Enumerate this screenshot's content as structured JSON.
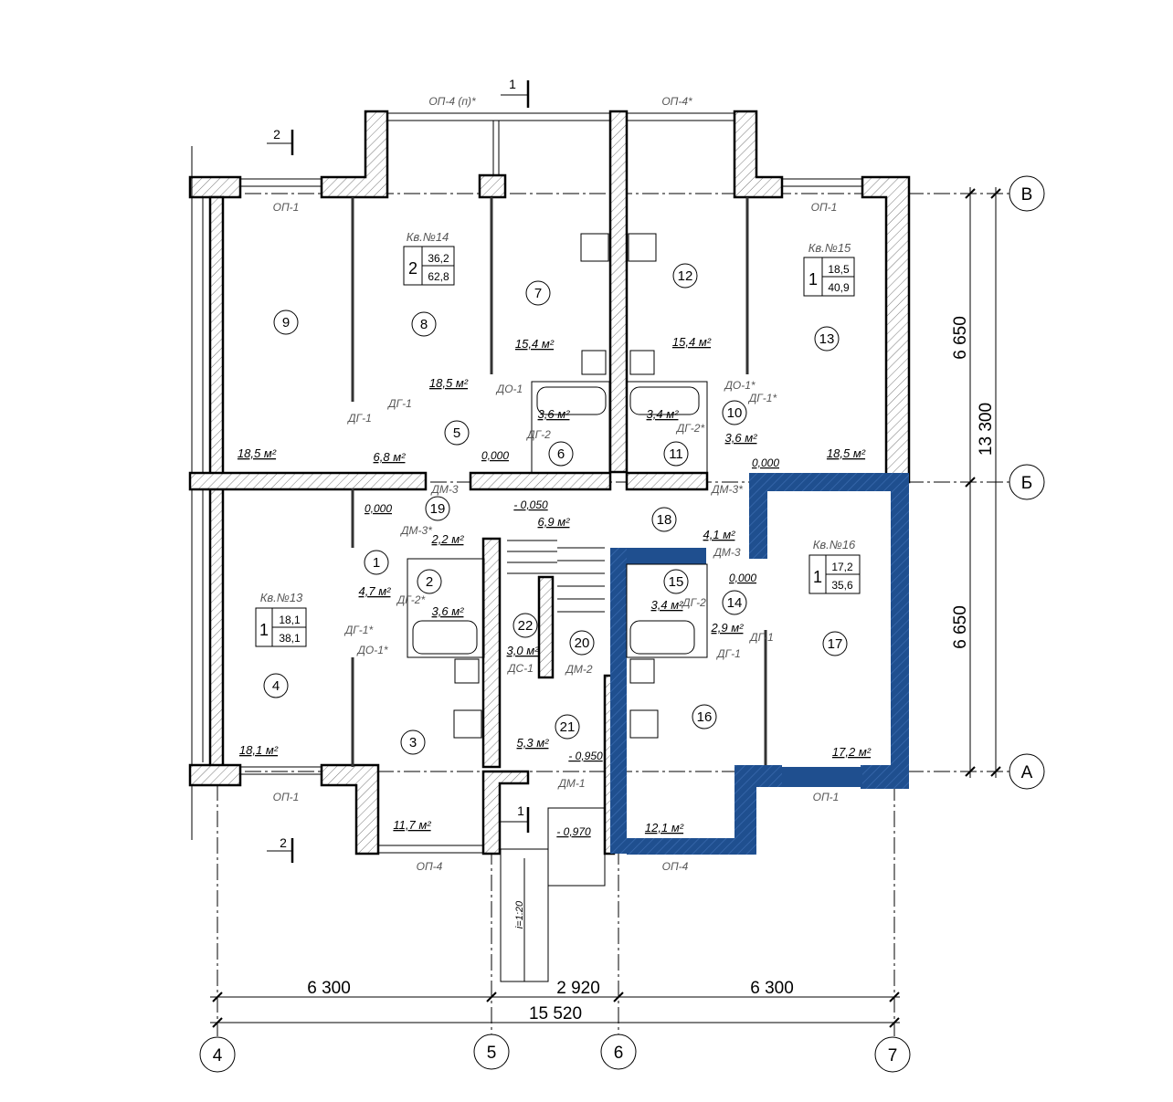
{
  "apartments": [
    {
      "id": "apt-14",
      "title": "Кв.№14",
      "rooms": "2",
      "living": "36,2",
      "total": "62,8"
    },
    {
      "id": "apt-15",
      "title": "Кв.№15",
      "rooms": "1",
      "living": "18,5",
      "total": "40,9"
    },
    {
      "id": "apt-13",
      "title": "Кв.№13",
      "rooms": "1",
      "living": "18,1",
      "total": "38,1"
    },
    {
      "id": "apt-16",
      "title": "Кв.№16",
      "rooms": "1",
      "living": "17,2",
      "total": "35,6"
    }
  ],
  "room_numbers": [
    "1",
    "2",
    "3",
    "4",
    "5",
    "6",
    "7",
    "8",
    "9",
    "10",
    "11",
    "12",
    "13",
    "14",
    "15",
    "16",
    "17",
    "18",
    "19",
    "20",
    "21",
    "22"
  ],
  "areas": [
    "18,5 м²",
    "18,5 м²",
    "15,4 м²",
    "15,4 м²",
    "18,5 м²",
    "18,5 м²",
    "6,8 м²",
    "3,6 м²",
    "3,4 м²",
    "3,6 м²",
    "6,9 м²",
    "4,1 м²",
    "2,2 м²",
    "4,7 м²",
    "3,6 м²",
    "3,4 м²",
    "2,9 м²",
    "3,0 м²",
    "18,1 м²",
    "17,2 м²",
    "5,3 м²",
    "11,7 м²",
    "12,1 м²"
  ],
  "door_labels": [
    "ДГ-1",
    "ДГ-1",
    "ДО-1",
    "ДГ-2",
    "ДГ-2*",
    "ДО-1*",
    "ДГ-1*",
    "ДМ-3",
    "ДМ-3*",
    "ДМ-3*",
    "ДМ-3",
    "ДГ-2*",
    "ДО-1*",
    "ДГ-1*",
    "ДГ-2",
    "ДГ-1",
    "ДГ-1",
    "ДС-1",
    "ДМ-2",
    "ДМ-1"
  ],
  "window_labels": [
    "ОП-4 (п)*",
    "ОП-4*",
    "ОП-1",
    "ОП-1",
    "ОП-1",
    "ОП-1",
    "ОП-4",
    "ОП-4"
  ],
  "levels": [
    "0,000",
    "0,000",
    "0,000",
    "0,000",
    "- 0,050",
    "- 0,950",
    "- 0,970"
  ],
  "section_marks": [
    "1",
    "1",
    "2",
    "2"
  ],
  "ramp_label": "i=1:20",
  "axes_vertical": [
    "4",
    "5",
    "6",
    "7"
  ],
  "axes_horizontal": [
    "В",
    "Б",
    "А"
  ],
  "dimensions_bottom": {
    "span_4_5": "6 300",
    "span_5_6": "2 920",
    "span_6_7": "6 300",
    "total": "15 520"
  },
  "dimensions_right": {
    "upper": "6 650",
    "lower": "6 650",
    "total": "13 300"
  },
  "highlight_color": "#1f4f8f"
}
